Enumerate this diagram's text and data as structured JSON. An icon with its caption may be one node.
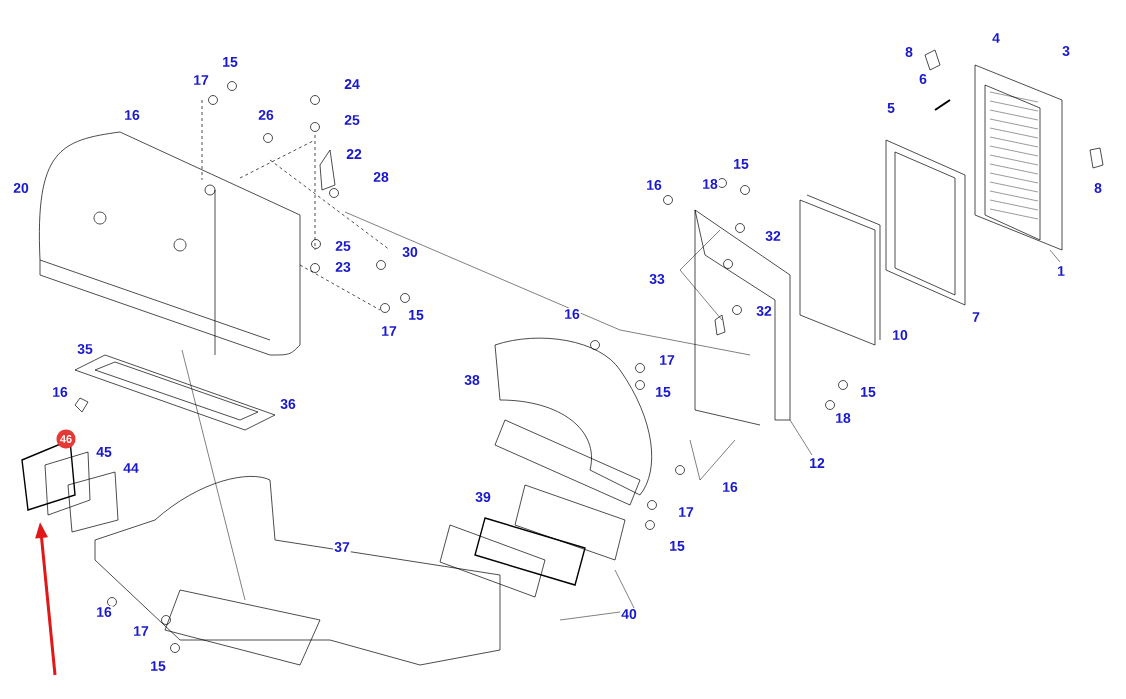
{
  "diagram": {
    "labels": [
      "4",
      "3",
      "8",
      "15",
      "6",
      "17",
      "24",
      "5",
      "16",
      "26",
      "25",
      "22",
      "15",
      "28",
      "18",
      "16",
      "20",
      "8",
      "32",
      "25",
      "30",
      "23",
      "1",
      "33",
      "32",
      "16",
      "15",
      "7",
      "17",
      "10",
      "35",
      "17",
      "38",
      "16",
      "15",
      "15",
      "36",
      "18",
      "46",
      "45",
      "12",
      "44",
      "16",
      "39",
      "17",
      "15",
      "37",
      "16",
      "40",
      "17",
      "15"
    ]
  }
}
